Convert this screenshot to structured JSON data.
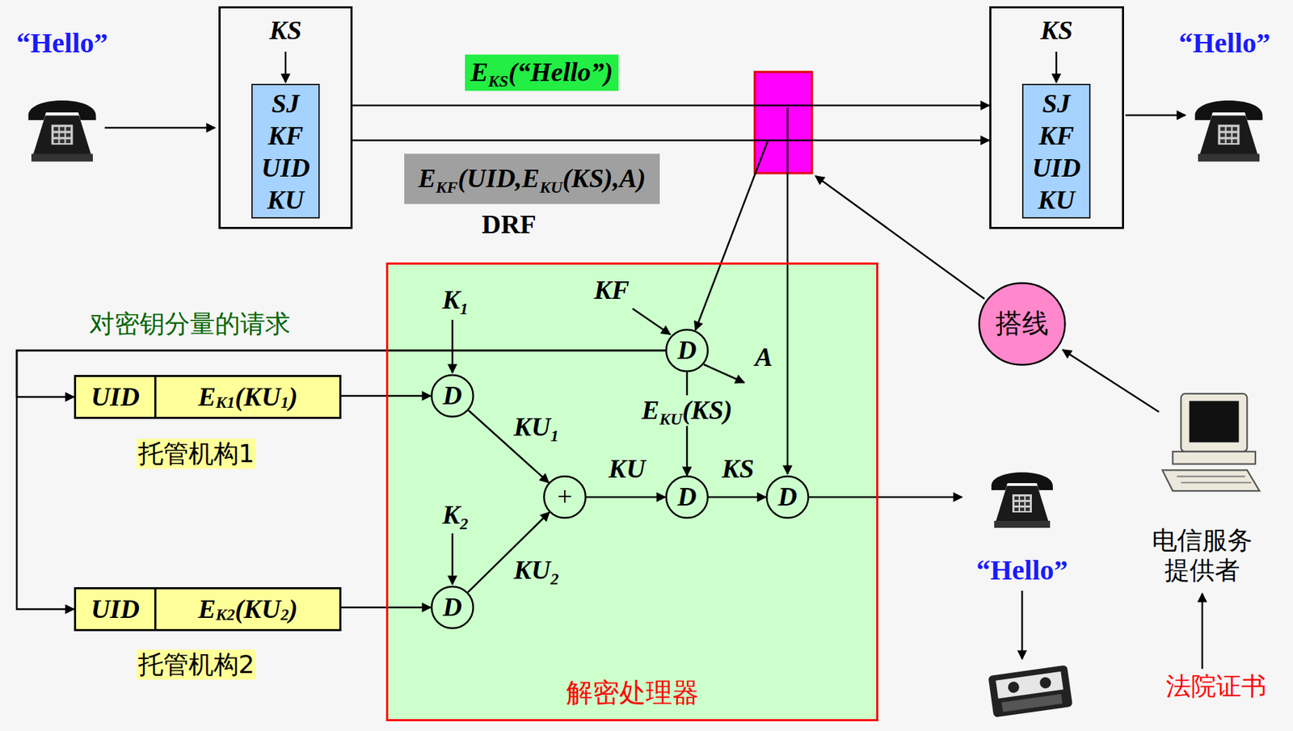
{
  "diagram": {
    "nodes": [
      {
        "text": [
          "KS"
        ]
      },
      {
        "text": [
          "SJ",
          "KF",
          "UID",
          "KU"
        ],
        "in": 0
      },
      {
        "text": [
          "KS"
        ]
      },
      {
        "text": [
          "SJ",
          "KF",
          "UID",
          "KU"
        ],
        "in": 2
      },
      {
        "text": [
          "解密处理器"
        ]
      },
      {
        "text": [
          "D"
        ],
        "in": 4
      },
      {
        "text": [
          "D"
        ],
        "in": 4
      },
      {
        "text": [
          "+"
        ],
        "in": 4
      },
      {
        "text": [
          "D"
        ],
        "in": 4
      },
      {
        "text": [
          "D"
        ],
        "in": 4
      },
      {
        "text": [
          "D"
        ],
        "in": 4
      },
      {
        "text": [
          "UID",
          "EK1(KU1)"
        ]
      },
      {
        "text": [
          "UID",
          "EK2(KU2)"
        ]
      },
      {
        "text": [
          "搭线"
        ]
      }
    ],
    "edges": [
      {
        "from": 0,
        "to": 2,
        "arrow": "to",
        "label": "EKS(“Hello”)"
      },
      {
        "from": 0,
        "to": 2,
        "arrow": "to",
        "label": "EKF(UID,EKU(KS),A)"
      },
      {
        "from": 5,
        "to": 11,
        "arrow": "to"
      },
      {
        "from": 5,
        "to": 12,
        "arrow": "to"
      },
      {
        "from": 11,
        "to": 6,
        "arrow": "to"
      },
      {
        "from": 12,
        "to": 8,
        "arrow": "to"
      },
      {
        "from": 6,
        "to": 7,
        "arrow": "to",
        "label": "KU1"
      },
      {
        "from": 8,
        "to": 7,
        "arrow": "to",
        "label": "KU2"
      },
      {
        "from": 7,
        "to": 9,
        "arrow": "to",
        "label": "KU"
      },
      {
        "from": 5,
        "to": 9,
        "arrow": "to",
        "label": "EKU(KS)"
      },
      {
        "from": 9,
        "to": 10,
        "arrow": "to",
        "label": "KS"
      }
    ],
    "labels": [
      "“Hello”",
      "“Hello”",
      "DRF",
      "KF",
      "A",
      "K1",
      "K2",
      "对密钥分量的请求",
      "托管机构1",
      "托管机构2",
      "“Hello”",
      "电信服务 提供者",
      "法院证书"
    ]
  }
}
